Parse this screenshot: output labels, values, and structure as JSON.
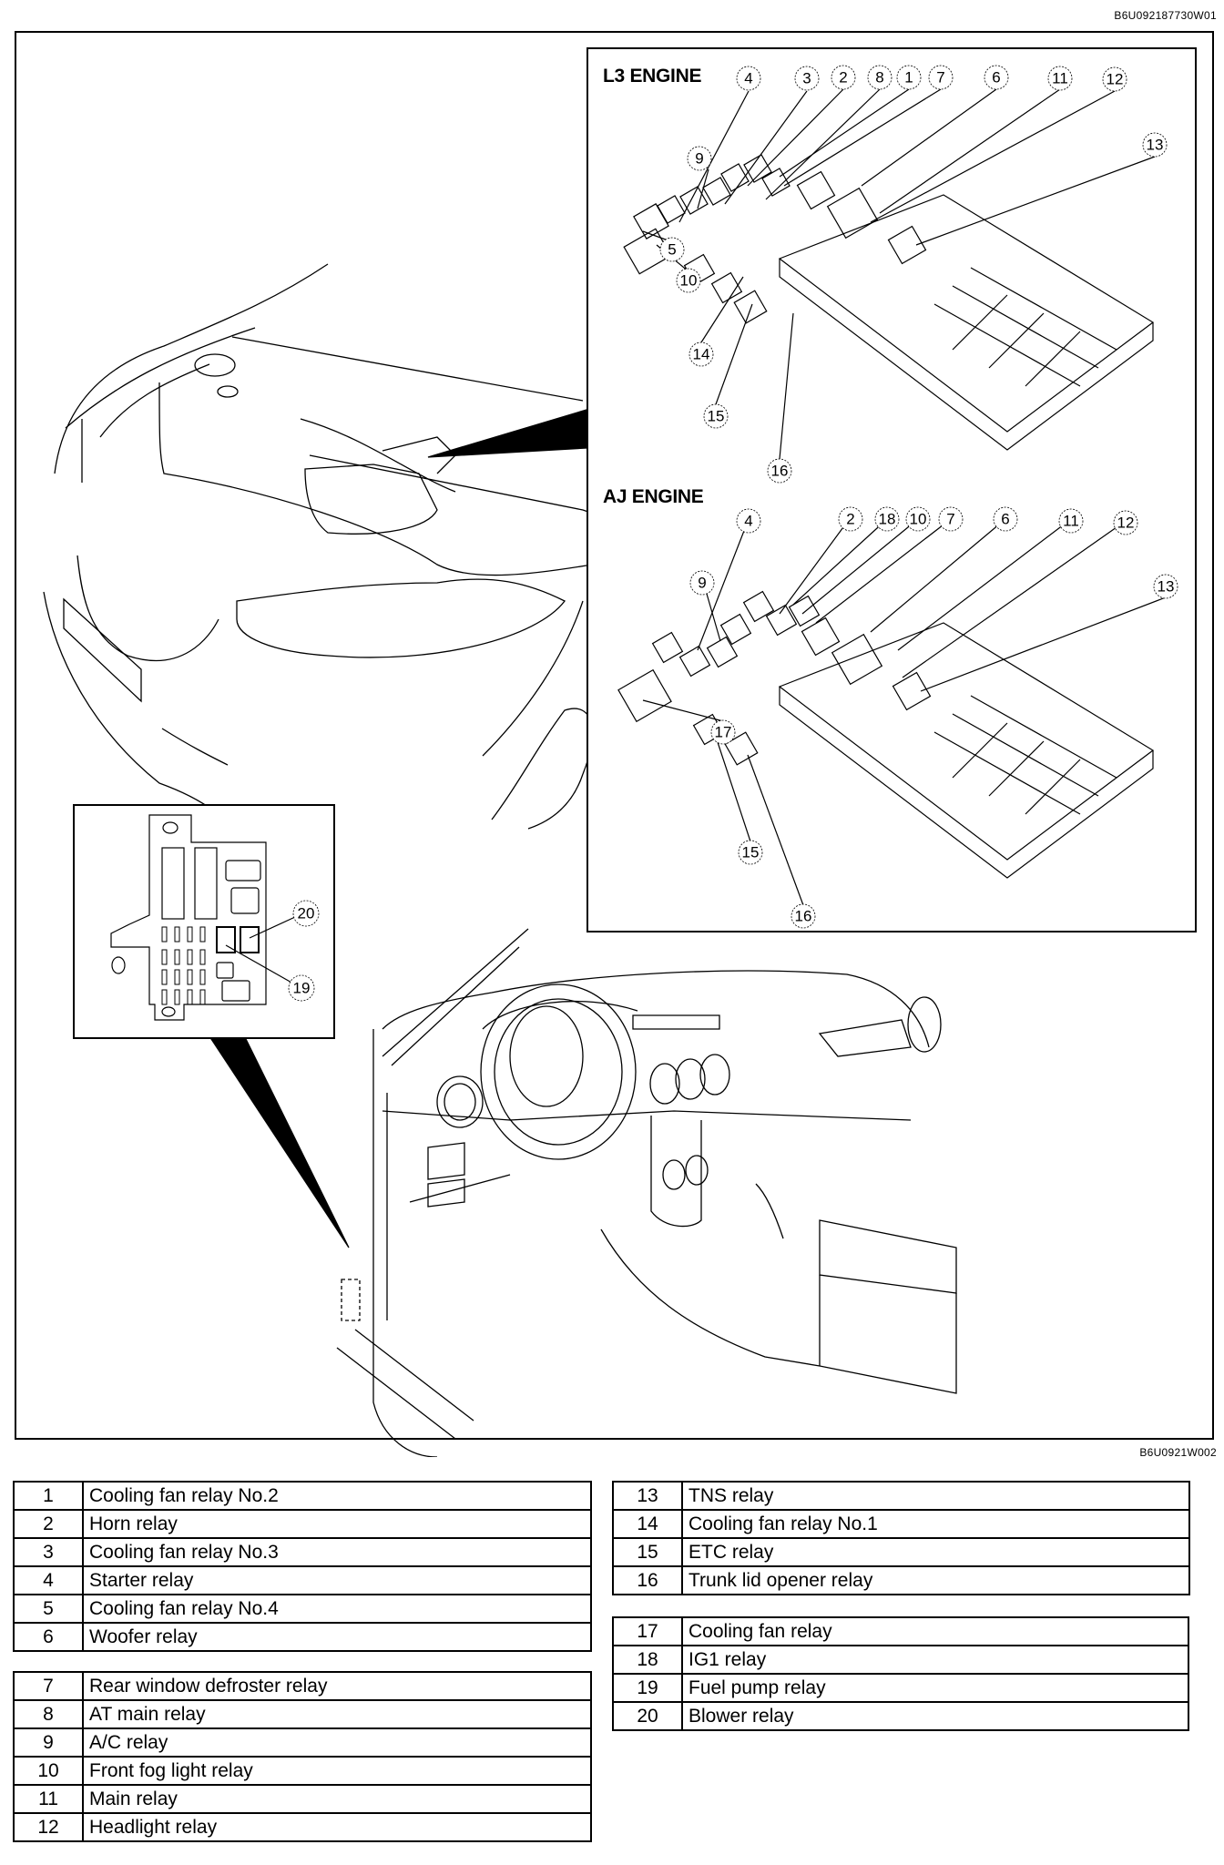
{
  "figure_codes": {
    "top": "B6U092187730W01",
    "bottom": "B6U0921W002"
  },
  "engine_panels": [
    {
      "title": "L3 ENGINE",
      "callouts": [
        "4",
        "3",
        "2",
        "8",
        "1",
        "7",
        "6",
        "11",
        "12",
        "9",
        "13",
        "5",
        "10",
        "14",
        "15",
        "16"
      ]
    },
    {
      "title": "AJ ENGINE",
      "callouts": [
        "4",
        "2",
        "18",
        "10",
        "7",
        "6",
        "11",
        "12",
        "9",
        "13",
        "17",
        "15",
        "16"
      ]
    }
  ],
  "fuse_panel": {
    "callouts": [
      "20",
      "19"
    ]
  },
  "relay_tables": [
    {
      "group": "left",
      "blocks": [
        [
          {
            "no": "1",
            "name": "Cooling fan relay No.2"
          },
          {
            "no": "2",
            "name": "Horn relay"
          },
          {
            "no": "3",
            "name": "Cooling fan relay No.3"
          },
          {
            "no": "4",
            "name": "Starter relay"
          },
          {
            "no": "5",
            "name": "Cooling fan relay No.4"
          },
          {
            "no": "6",
            "name": "Woofer relay"
          }
        ],
        [
          {
            "no": "7",
            "name": "Rear window defroster relay"
          },
          {
            "no": "8",
            "name": "AT main relay"
          },
          {
            "no": "9",
            "name": "A/C relay"
          },
          {
            "no": "10",
            "name": "Front fog light relay"
          },
          {
            "no": "11",
            "name": "Main relay"
          },
          {
            "no": "12",
            "name": "Headlight relay"
          }
        ]
      ]
    },
    {
      "group": "right",
      "blocks": [
        [
          {
            "no": "13",
            "name": "TNS relay"
          },
          {
            "no": "14",
            "name": "Cooling fan relay No.1"
          },
          {
            "no": "15",
            "name": "ETC relay"
          },
          {
            "no": "16",
            "name": "Trunk lid opener relay"
          }
        ],
        [
          {
            "no": "17",
            "name": "Cooling fan relay"
          },
          {
            "no": "18",
            "name": "IG1 relay"
          },
          {
            "no": "19",
            "name": "Fuel pump relay"
          },
          {
            "no": "20",
            "name": "Blower relay"
          }
        ]
      ]
    }
  ]
}
